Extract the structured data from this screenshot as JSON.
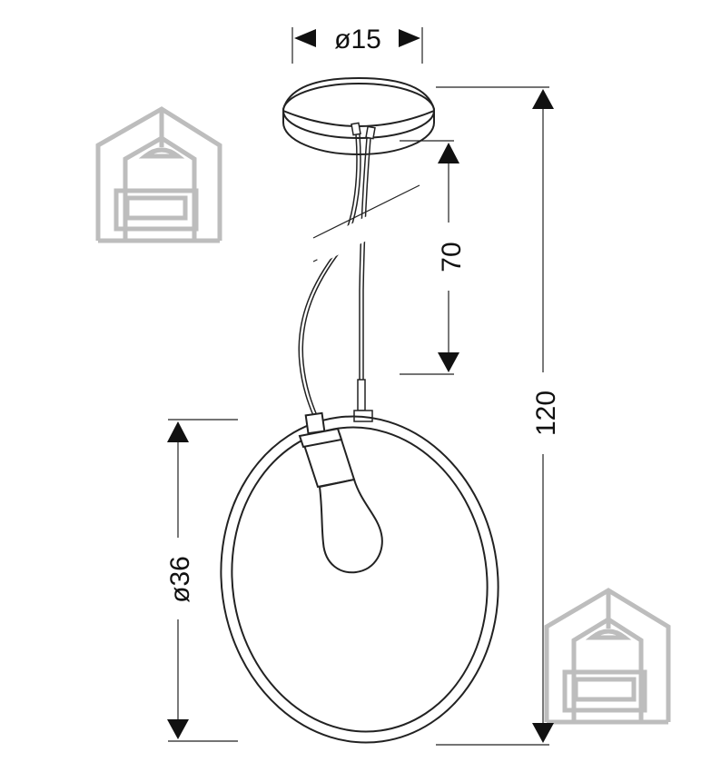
{
  "dimensions": {
    "canopy_diameter": "ø15",
    "drop_length": "70",
    "total_height": "120",
    "ring_diameter": "ø36"
  },
  "icons": [
    "house-sofa-watermark-icon",
    "house-sofa-watermark-icon"
  ],
  "colors": {
    "line": "#222222",
    "watermark": "#bdbdbd",
    "background": "#ffffff"
  }
}
